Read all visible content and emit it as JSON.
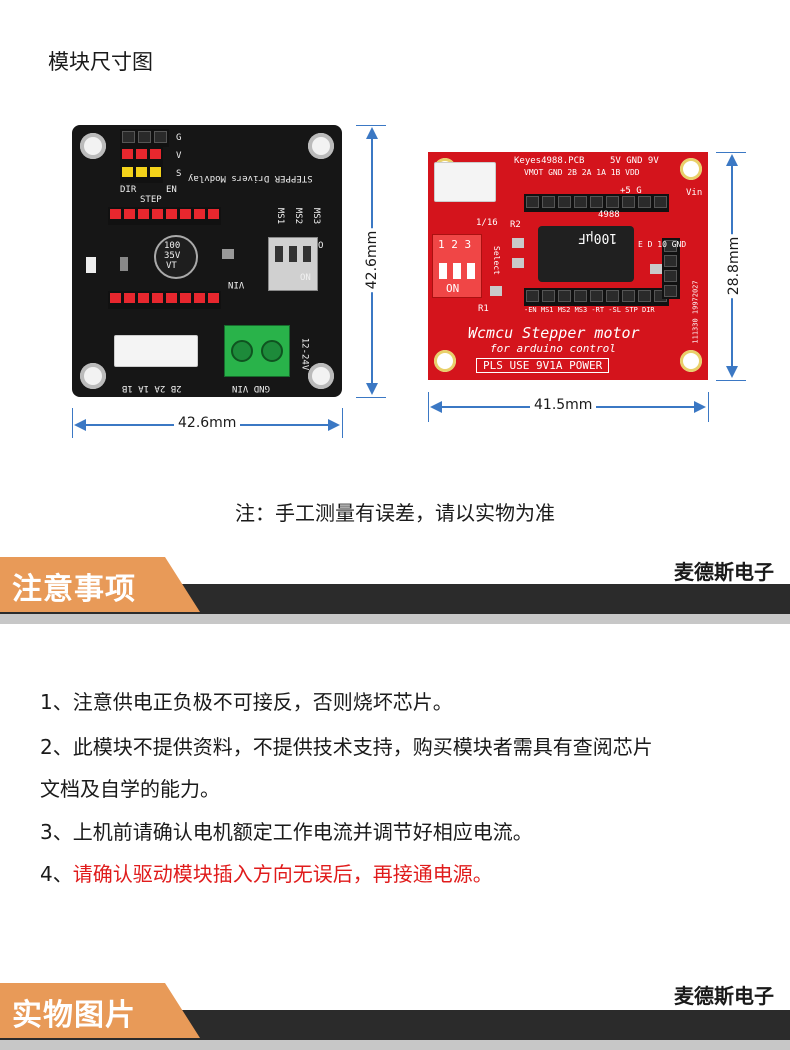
{
  "page": {
    "dimension_title": "模块尺寸图",
    "note": "注：手工测量有误差，请以实物为准"
  },
  "left_board": {
    "width_label": "42.6mm",
    "height_label": "42.6mm",
    "silk": {
      "header_top": "STEPPER Drivers Modvlay",
      "dir": "DIR",
      "step": "STEP",
      "en": "EN",
      "g": "G",
      "v": "V",
      "s": "S",
      "ms1": "MS1",
      "ms2": "MS2",
      "ms3": "MS3",
      "on": "ON",
      "o": "O",
      "vin": "VIN",
      "cap_100": "100",
      "cap_35v": "35V",
      "cap_vt": "VT",
      "power": "12-24V",
      "bottom_jst": "2B 2A 1A 1B",
      "bottom_term": "GND    VIN"
    }
  },
  "right_board": {
    "width_label": "41.5mm",
    "height_label": "28.8mm",
    "silk": {
      "top": "Keyes4988.PCB",
      "top_pins": "5V GND 9V",
      "cols": "VMOT GND 2B 2A 1A 1B VDD",
      "g": "+5 G",
      "vin": "Vin",
      "select": "Select",
      "dip_nums": "1 2 3",
      "on": "ON",
      "sixteen": "1/16",
      "r2": "R2",
      "r1": "R1",
      "inductor": "100μF",
      "chip": "4988",
      "bottom_pins": "-EN MS1 MS2 MS3 -RT -SL STP DIR",
      "side_pins": "E D 10 GND",
      "side_nums": "111330 19972027",
      "main1": "Wcmcu Stepper motor",
      "main2": "for arduino control",
      "main3": "PLS USE 9V1A POWER"
    }
  },
  "sections": [
    {
      "title": "注意事项",
      "brand": "麦德斯电子"
    },
    {
      "title": "实物图片",
      "brand": "麦德斯电子"
    }
  ],
  "notes": [
    {
      "num": "1、",
      "text": "注意供电正负极不可接反，否则烧坏芯片。"
    },
    {
      "num": "2、",
      "text": "此模块不提供资料，不提供技术支持，购买模块者需具有查阅芯片"
    },
    {
      "num": "",
      "text": "文档及自学的能力。"
    },
    {
      "num": "3、",
      "text": "上机前请确认电机额定工作电流并调节好相应电流。"
    },
    {
      "num": "4、",
      "text": "请确认驱动模块插入方向无误后，再接通电源。"
    }
  ],
  "colors": {
    "tag": "#e89a58",
    "band": "#2b2b2b",
    "dimension": "#3b78c4",
    "warning": "#e01b1b",
    "board_left": "#161616",
    "board_right": "#d4141c"
  }
}
